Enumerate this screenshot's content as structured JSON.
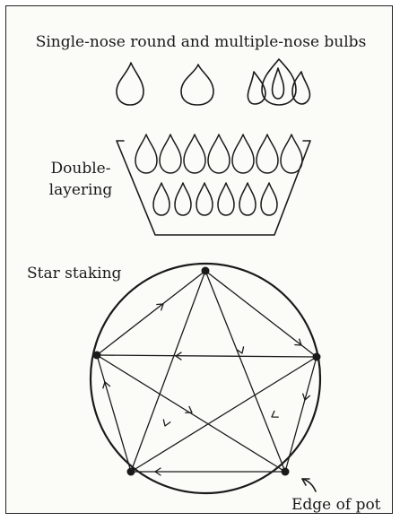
{
  "labels": {
    "bulbs_caption": "Single-nose round and multiple-nose bulbs",
    "double_layering_line1": "Double-",
    "double_layering_line2": "layering",
    "star_staking": "Star staking",
    "edge_of_pot": "Edge of pot"
  },
  "colors": {
    "ink": "#1a1a1a",
    "paper": "#fbfbf8",
    "frame": "#222222"
  },
  "diagram": {
    "star_points": 5,
    "bulbs_top_row": 7,
    "bulbs_bottom_row": 6
  }
}
